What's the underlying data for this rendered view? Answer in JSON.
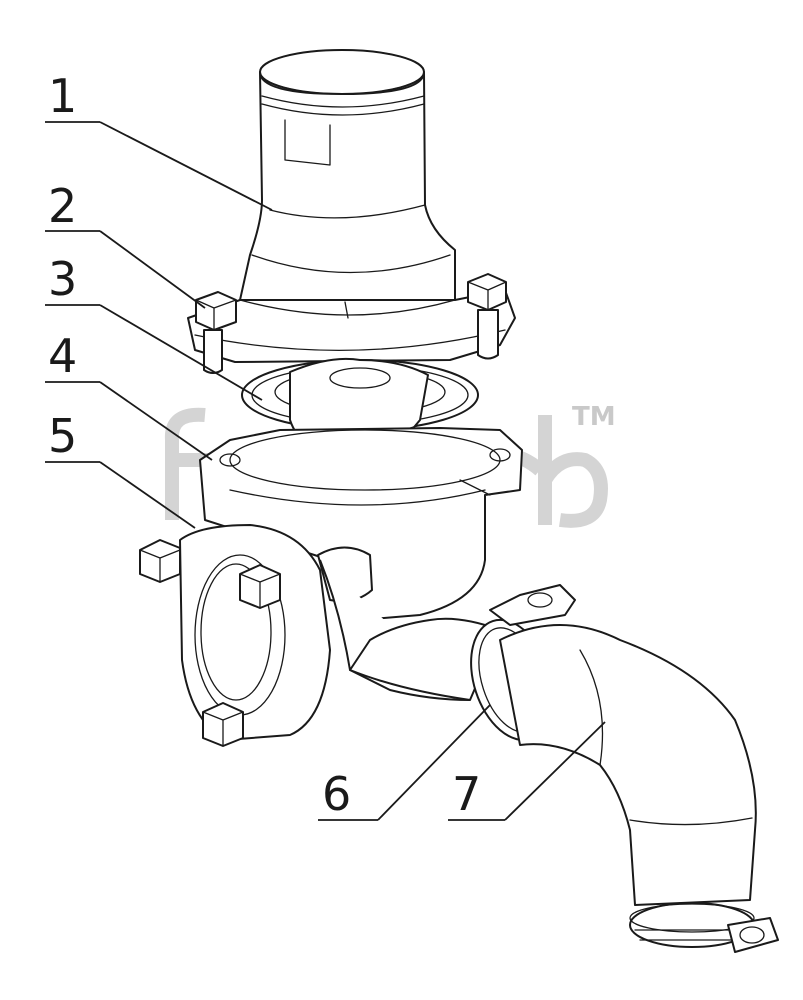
{
  "diagram": {
    "callouts": [
      {
        "id": "1",
        "label": "1"
      },
      {
        "id": "2",
        "label": "2"
      },
      {
        "id": "3",
        "label": "3"
      },
      {
        "id": "4",
        "label": "4"
      },
      {
        "id": "5",
        "label": "5"
      },
      {
        "id": "6",
        "label": "6"
      },
      {
        "id": "7",
        "label": "7"
      }
    ],
    "watermark_mark": "TM",
    "colors": {
      "line": "#1a1a1a",
      "watermark": "#d4d4d4",
      "background": "#ffffff"
    }
  }
}
